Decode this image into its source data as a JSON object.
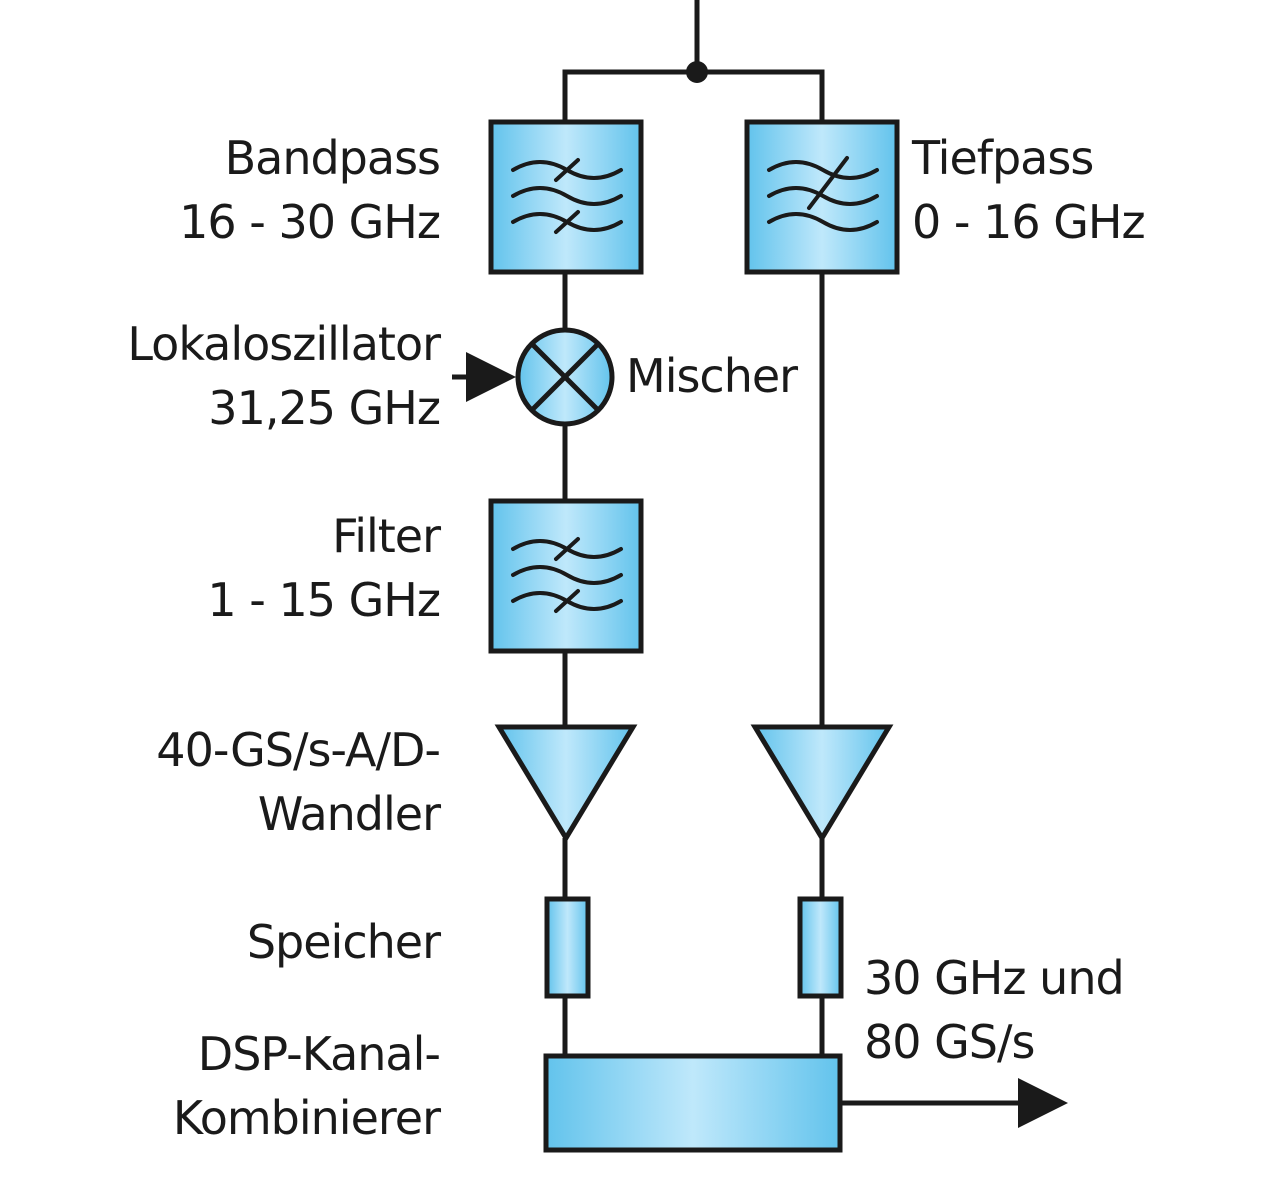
{
  "labels": {
    "bandpass_line1": "Bandpass",
    "bandpass_line2": "16 - 30 GHz",
    "tiefpass_line1": "Tiefpass",
    "tiefpass_line2": "0 - 16 GHz",
    "lo_line1": "Lokaloszillator",
    "lo_line2": "31,25 GHz",
    "mischer": "Mischer",
    "filter_line1": "Filter",
    "filter_line2": "1 - 15 GHz",
    "adc_line1": "40-GS/s-A/D-",
    "adc_line2": "Wandler",
    "speicher": "Speicher",
    "output_line1": "30 GHz und",
    "output_line2": "80 GS/s",
    "dsp_line1": "DSP-Kanal-",
    "dsp_line2": "Kombinierer"
  },
  "colors": {
    "block_fill": "#7fd0f0",
    "block_light": "#bfe8fb",
    "stroke": "#1a1a1a"
  }
}
